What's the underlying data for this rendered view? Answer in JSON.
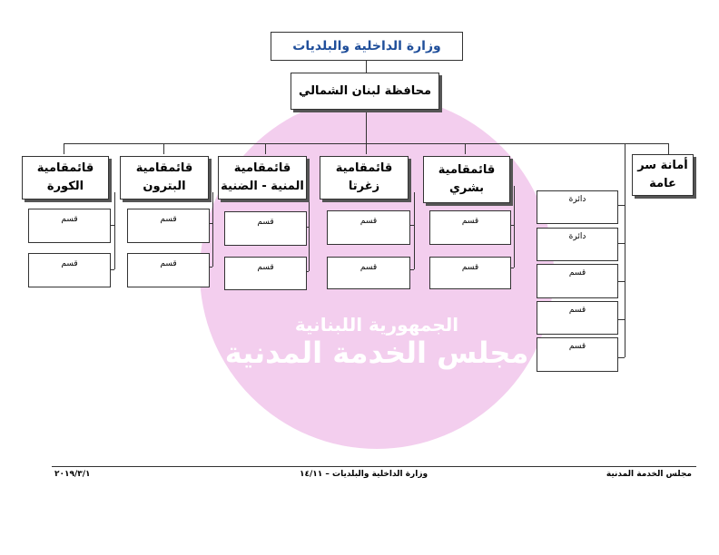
{
  "colors": {
    "title": "#1f4e9a",
    "watermark": "#e9a6e0"
  },
  "watermark": {
    "line1": "الجمهورية اللبنانية",
    "line2": "مجلس الخدمة المدنية"
  },
  "chart": {
    "ministry": "وزارة الداخلية والبلديات",
    "governorate": "محافظة لبنان الشمالي",
    "secretariat": "أمانة سر عامة",
    "districts": [
      {
        "name": "قائمقامية بشري",
        "subs": [
          "قسم",
          "قسم"
        ]
      },
      {
        "name": "قائمقامية زغرتا",
        "subs": [
          "قسم",
          "قسم"
        ]
      },
      {
        "name": "قائمقامية المنية - الضنية",
        "subs": [
          "قسم",
          "قسم"
        ]
      },
      {
        "name": "قائمقامية البترون",
        "subs": [
          "قسم",
          "قسم"
        ]
      },
      {
        "name": "قائمقامية الكورة",
        "subs": [
          "قسم",
          "قسم"
        ]
      }
    ],
    "governorate_units": [
      "دائرة",
      "دائرة",
      "قسم",
      "قسم",
      "قسم"
    ]
  },
  "footer": {
    "left": "مجلس الخدمة المدنية",
    "center": "وزارة الداخلية والبلديات – ١٤/١١",
    "right": "٢٠١٩/٣/١"
  }
}
